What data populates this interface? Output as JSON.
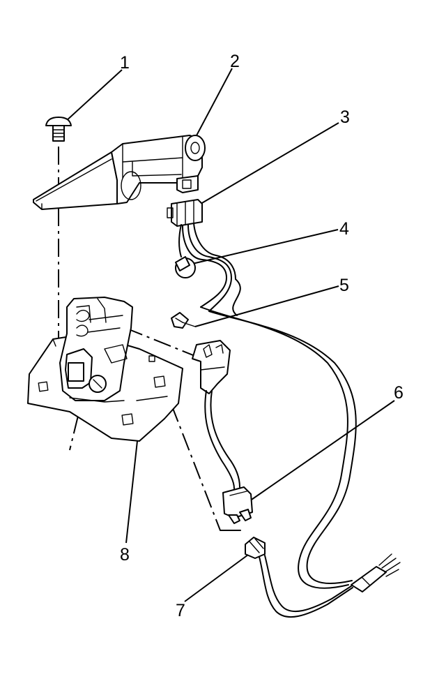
{
  "callouts": [
    {
      "id": 1,
      "text": "1"
    },
    {
      "id": 2,
      "text": "2"
    },
    {
      "id": 3,
      "text": "3"
    },
    {
      "id": 4,
      "text": "4"
    },
    {
      "id": 5,
      "text": "5"
    },
    {
      "id": 6,
      "text": "6"
    },
    {
      "id": 7,
      "text": "7"
    },
    {
      "id": 8,
      "text": "8"
    }
  ]
}
